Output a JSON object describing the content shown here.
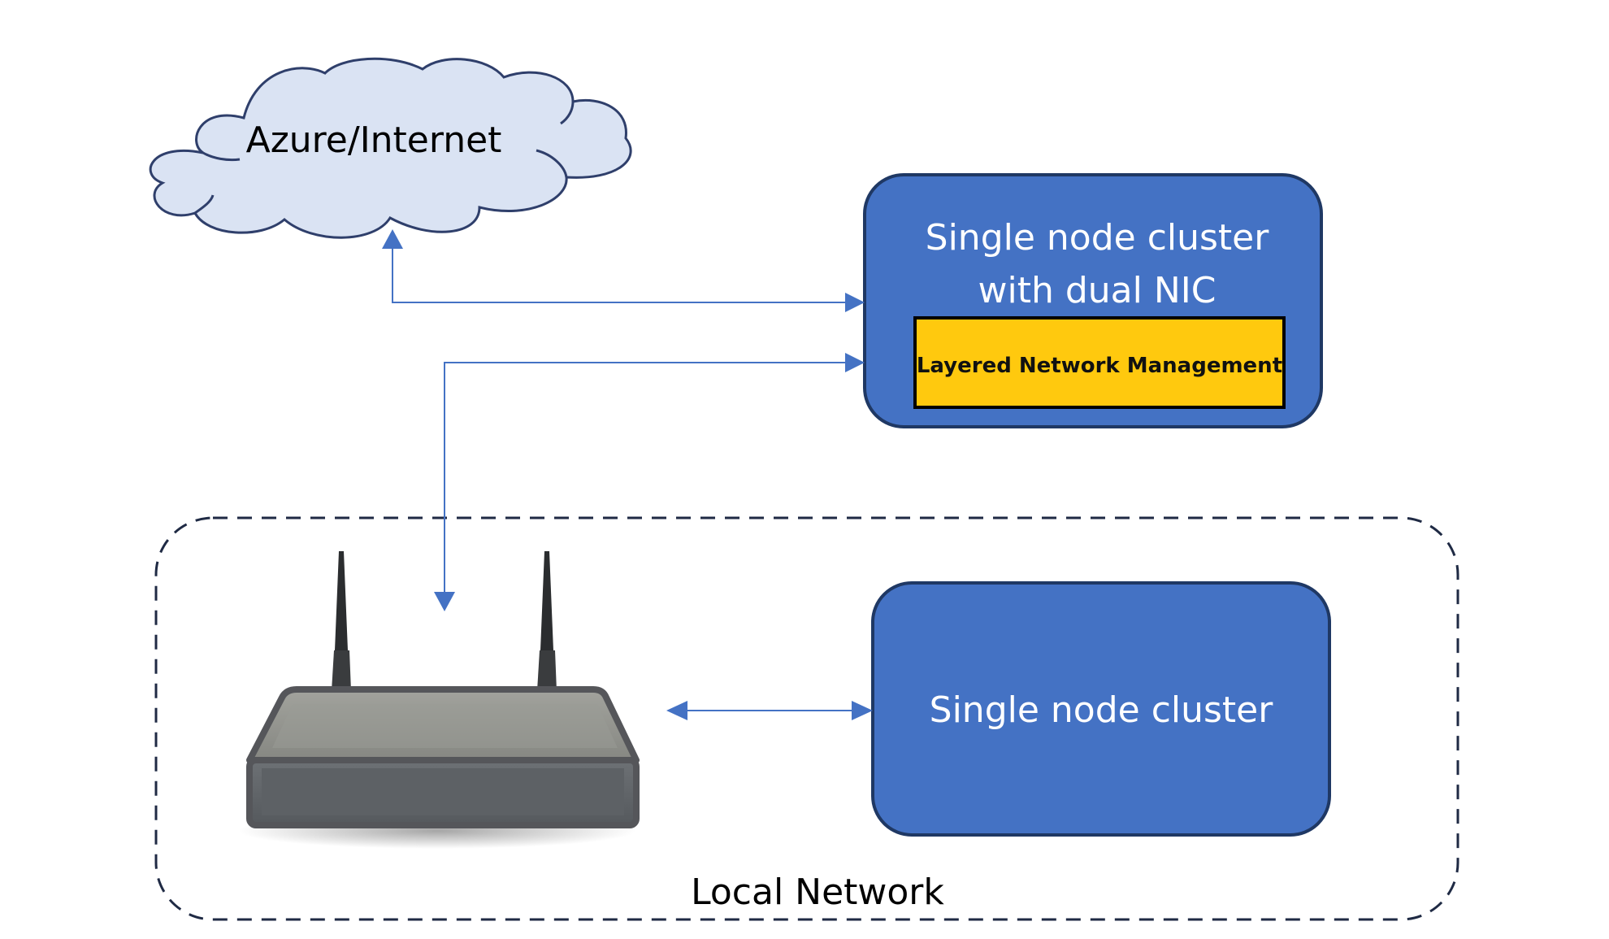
{
  "nodes": {
    "cloud": {
      "label": "Azure/Internet"
    },
    "dual_nic_cluster": {
      "label_line1": "Single node cluster",
      "label_line2": "with dual NIC"
    },
    "lnm_box": {
      "label": "Layered Network Management"
    },
    "local_cluster": {
      "label": "Single node cluster"
    },
    "local_network": {
      "label": "Local Network"
    }
  },
  "colors": {
    "cluster_fill": "#4472C4",
    "cluster_stroke": "#1F3864",
    "cloud_fill": "#DAE3F3",
    "cloud_stroke": "#2F3F6B",
    "lnm_fill": "#FFC90E",
    "arrow": "#4472C4",
    "text_dark": "#000000",
    "text_light": "#FFFFFF"
  },
  "icons": {
    "cloud": "cloud-shape",
    "router": "wireless-router-icon"
  }
}
